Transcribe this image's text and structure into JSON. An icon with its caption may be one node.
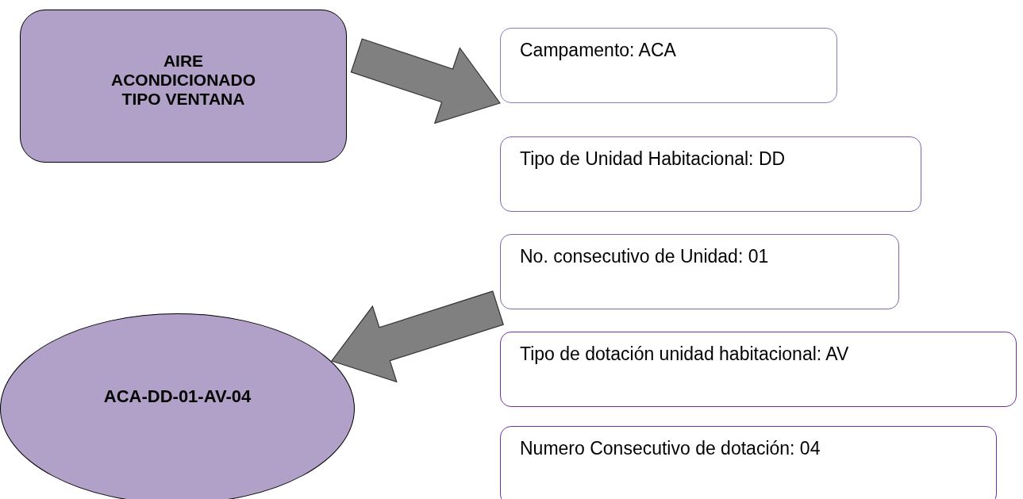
{
  "diagram": {
    "nodes": [
      {
        "text": [
          "AIRE ACONDICIONADO TIPO VENTANA"
        ]
      },
      {
        "text": [
          "Campamento: ACA"
        ]
      },
      {
        "text": [
          "Tipo de Unidad Habitacional: DD"
        ]
      },
      {
        "text": [
          "No. consecutivo de Unidad: 01"
        ]
      },
      {
        "text": [
          "Tipo de dotación unidad habitacional: AV"
        ]
      },
      {
        "text": [
          "Numero Consecutivo de dotación: 04"
        ]
      },
      {
        "text": [
          "ACA-DD-01-AV-04"
        ]
      }
    ],
    "edges": [
      {
        "from": 0,
        "to": 1,
        "arrow": "to"
      },
      {
        "from": 3,
        "to": 6,
        "arrow": "to"
      }
    ]
  }
}
